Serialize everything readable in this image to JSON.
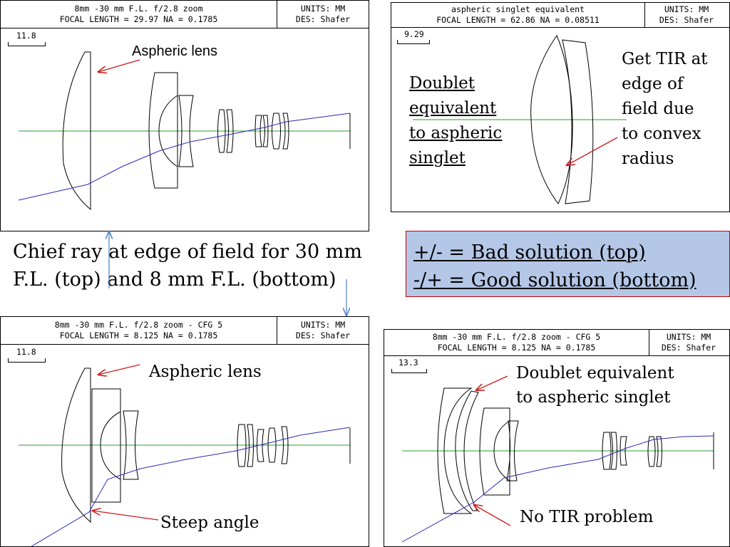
{
  "panels": {
    "top_left": {
      "title_line1": "8mm -30 mm F.L. f/2.8 zoom",
      "title_line2": "FOCAL LENGTH = 29.97   NA = 0.1785",
      "units_line1": "UNITS: MM",
      "units_line2": "DES: Shafer",
      "scale_value": "11.8",
      "annotation": "Aspheric lens"
    },
    "top_right": {
      "title_line1": "aspheric singlet equivalent",
      "title_line2": "FOCAL LENGTH = 62.86   NA = 0.08511",
      "units_line1": "UNITS: MM",
      "units_line2": "DES: Shafer",
      "scale_value": "9.29",
      "left_note": [
        "Doublet",
        "equivalent",
        "to aspheric",
        "singlet"
      ],
      "right_note": [
        "Get TIR at",
        "edge of",
        "field due",
        "to convex",
        "radius"
      ]
    },
    "bottom_left": {
      "title_line1": "8mm -30 mm F.L. f/2.8 zoom - CFG 5",
      "title_line2": "FOCAL LENGTH = 8.125   NA = 0.1785",
      "units_line1": "UNITS: MM",
      "units_line2": "DES: Shafer",
      "scale_value": "11.8",
      "annotation_top": "Aspheric lens",
      "annotation_bottom": "Steep angle"
    },
    "bottom_right": {
      "title_line1": "8mm -30 mm F.L. f/2.8 zoom - CFG 5",
      "title_line2": "FOCAL LENGTH = 8.125   NA = 0.1785",
      "units_line1": "UNITS: MM",
      "units_line2": "DES: Shafer",
      "scale_value": "13.3",
      "annotation_top_line1": "Doublet equivalent",
      "annotation_top_line2": "to aspheric singlet",
      "annotation_bottom": "No TIR problem"
    }
  },
  "caption": {
    "line1": "Chief ray at edge of field for 30 mm",
    "line2": "F.L. (top) and  8 mm F.L. (bottom)"
  },
  "legend": {
    "line1": "+/- = Bad solution (top)",
    "line2": "-/+ = Good solution (bottom)"
  },
  "colors": {
    "axis": "#2e9e2e",
    "ray": "#2b2bb8",
    "arrow": "#cc1f1f",
    "pointer": "#4a7fc1",
    "box_fill": "#b4c7e7",
    "box_border": "#c00000"
  }
}
